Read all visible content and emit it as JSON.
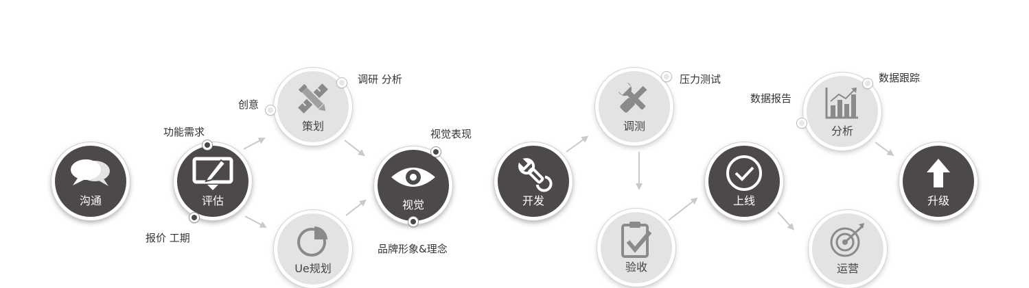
{
  "nodes": {
    "goutong": "沟通",
    "pinggu": "评估",
    "cehua": "策划",
    "ueguihua": "Ue规划",
    "shijue": "视觉",
    "kaifa": "开发",
    "tiaoce": "调测",
    "yanshou": "验收",
    "shangxian": "上线",
    "fenxi": "分析",
    "yunying": "运营",
    "shengji": "升级"
  },
  "annotations": {
    "gongneng_xuqiu": "功能需求",
    "baojia_gongqi": "报价 工期",
    "chuangyi": "创意",
    "diaoyan_fenxi": "调研 分析",
    "shijue_biaoxian": "视觉表现",
    "pinpai_xingxiang": "品牌形象&理念",
    "yali_ceshi": "压力测试",
    "shuju_baogao": "数据报告",
    "shuju_genzong": "数据跟踪"
  },
  "colors": {
    "dark_node": "#4c4948",
    "light_node": "#e3e3e3",
    "icon_light": "#8a8a8a",
    "arrow": "#c9c9c9"
  },
  "icons": {
    "goutong": "speech-bubbles-icon",
    "pinggu": "edit-screen-icon",
    "cehua": "pencil-ruler-icon",
    "ueguihua": "pie-chart-icon",
    "shijue": "eye-icon",
    "kaifa": "wrench-icon",
    "tiaoce": "wrench-screwdriver-icon",
    "yanshou": "clipboard-check-icon",
    "shangxian": "check-circle-icon",
    "fenxi": "bar-chart-icon",
    "yunying": "target-icon",
    "shengji": "up-arrow-icon"
  }
}
